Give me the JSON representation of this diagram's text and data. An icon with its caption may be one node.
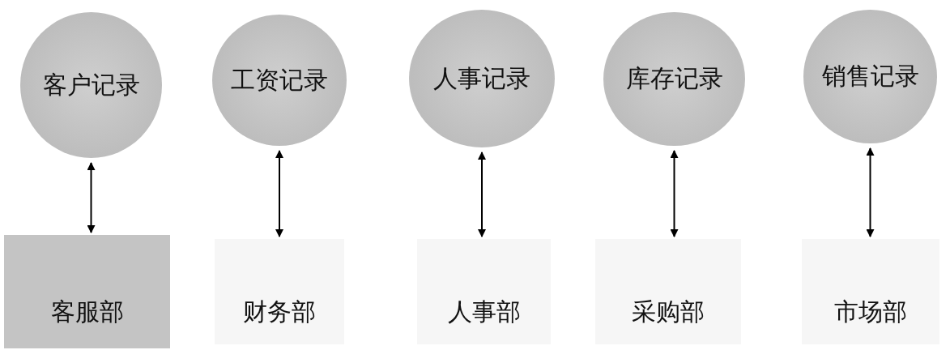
{
  "diagram": {
    "nodes": [
      {
        "text": [
          "客户记录"
        ]
      },
      {
        "text": [
          "工资记录"
        ]
      },
      {
        "text": [
          "人事记录"
        ]
      },
      {
        "text": [
          "库存记录"
        ]
      },
      {
        "text": [
          "销售记录"
        ]
      },
      {
        "text": [
          "客服部"
        ]
      },
      {
        "text": [
          "财务部"
        ]
      },
      {
        "text": [
          "人事部"
        ]
      },
      {
        "text": [
          "采购部"
        ]
      },
      {
        "text": [
          "市场部"
        ]
      }
    ],
    "edges": [
      {
        "from": 0,
        "to": 5,
        "arrow": "both"
      },
      {
        "from": 1,
        "to": 6,
        "arrow": "both"
      },
      {
        "from": 2,
        "to": 7,
        "arrow": "both"
      },
      {
        "from": 3,
        "to": 8,
        "arrow": "both"
      },
      {
        "from": 4,
        "to": 9,
        "arrow": "both"
      }
    ]
  }
}
